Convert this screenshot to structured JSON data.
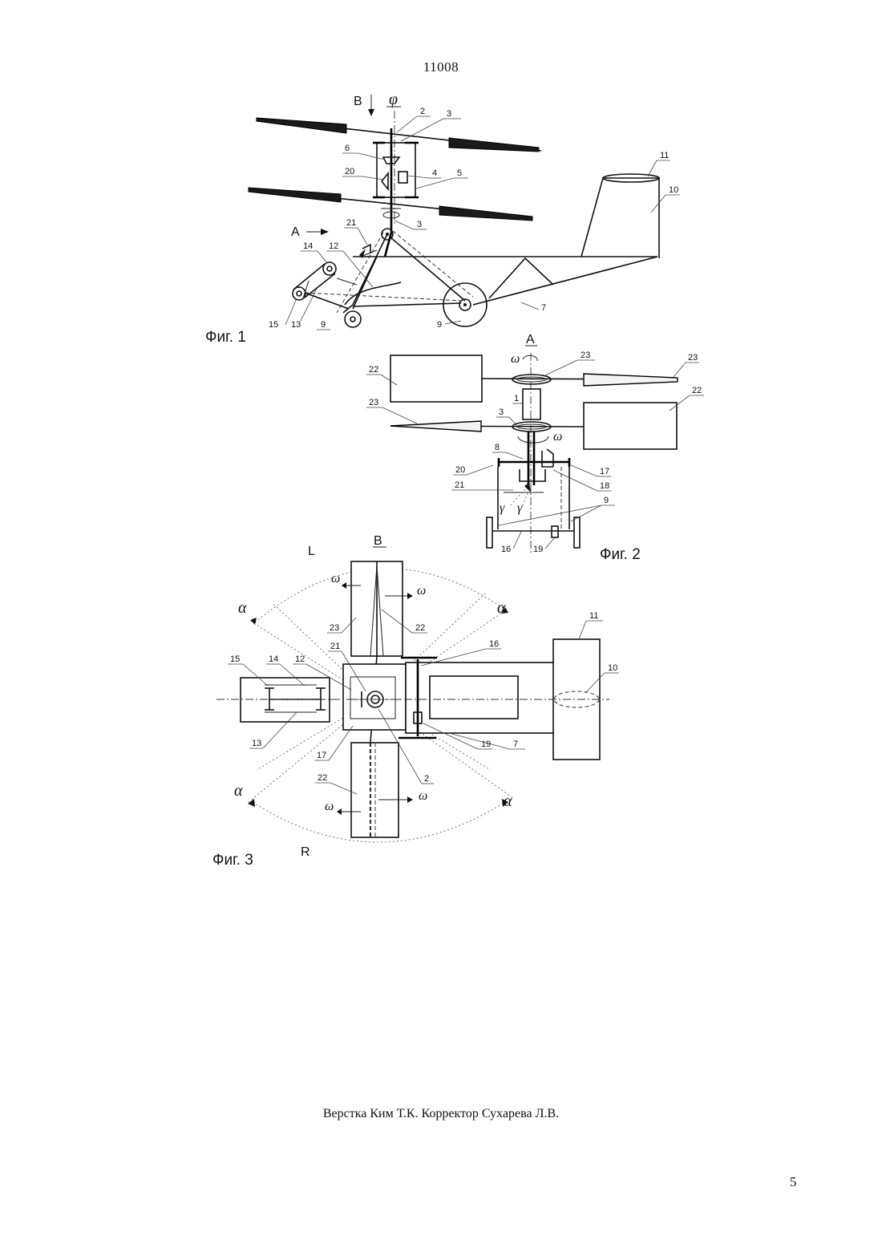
{
  "header": {
    "doc_number": "11008"
  },
  "footer": {
    "credits": "Верстка Ким Т.К. Корректор Сухарева Л.В.",
    "page_number": "5"
  },
  "figures": {
    "fig1": {
      "caption": "Фиг. 1",
      "view_markers": {
        "top": "B",
        "side": "A"
      },
      "angle_symbol": "φ",
      "labels": [
        "2",
        "3",
        "6",
        "20",
        "4",
        "5",
        "3",
        "21",
        "14",
        "12",
        "15",
        "13",
        "9",
        "9",
        "7",
        "11",
        "10"
      ]
    },
    "fig2": {
      "caption": "Фиг. 2",
      "view_title": "A",
      "omega": "ω",
      "gamma": "γ",
      "labels": [
        "23",
        "23",
        "22",
        "22",
        "23",
        "1",
        "3",
        "8",
        "20",
        "21",
        "17",
        "18",
        "9",
        "16",
        "19"
      ]
    },
    "fig3": {
      "caption": "Фиг. 3",
      "view_title": "B",
      "side_left": "L",
      "side_right": "R",
      "omega": "ω",
      "alpha": "α",
      "labels": [
        "23",
        "22",
        "21",
        "16",
        "15",
        "14",
        "12",
        "11",
        "10",
        "13",
        "17",
        "19",
        "7",
        "2",
        "22"
      ]
    }
  },
  "icons": [
    "rotation-arrow-icon",
    "view-arrow-icon"
  ]
}
